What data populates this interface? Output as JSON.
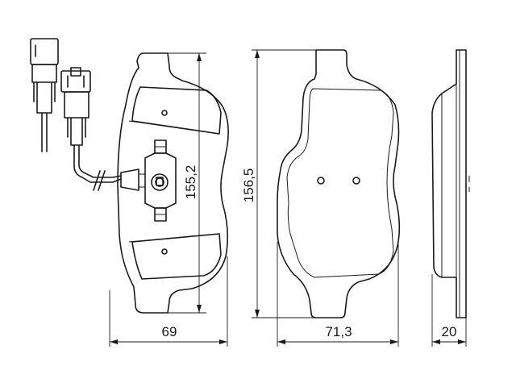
{
  "dimensions": {
    "left_width": "69",
    "left_height": "155,2",
    "mid_height": "156,5",
    "mid_width": "71,3",
    "thickness": "20"
  }
}
